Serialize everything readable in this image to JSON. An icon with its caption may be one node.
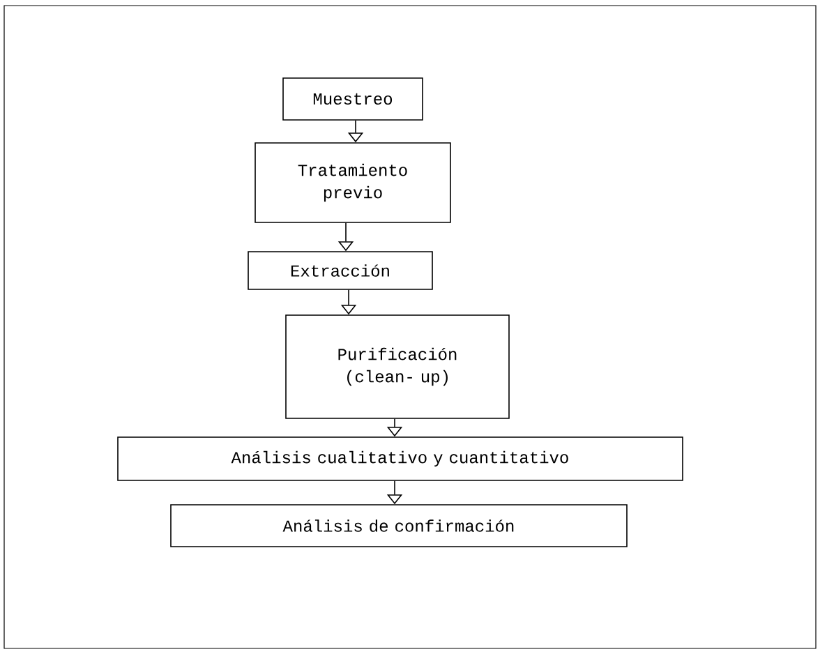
{
  "diagram": {
    "nodes": [
      {
        "text": [
          "Muestreo"
        ]
      },
      {
        "text": [
          "Tratamiento previo"
        ]
      },
      {
        "text": [
          "Extracción"
        ]
      },
      {
        "text": [
          "Purificación (clean- up)"
        ]
      },
      {
        "text": [
          "Análisis cualitativo y cuantitativo"
        ]
      },
      {
        "text": [
          "Análisis de confirmación"
        ]
      }
    ],
    "edges": [
      {
        "from": 0,
        "to": 1,
        "arrow": "to"
      },
      {
        "from": 1,
        "to": 2,
        "arrow": "to"
      },
      {
        "from": 2,
        "to": 3,
        "arrow": "to"
      },
      {
        "from": 3,
        "to": 4,
        "arrow": "to"
      },
      {
        "from": 4,
        "to": 5,
        "arrow": "to"
      }
    ]
  }
}
